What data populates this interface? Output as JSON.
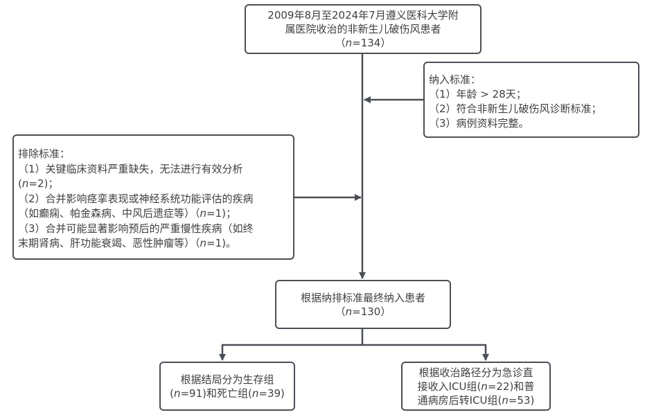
{
  "flowchart": {
    "source": {
      "lines": [
        "2009年8月至2024年7月遵义医科大学附",
        "属医院收治的非新生儿破伤风患者"
      ],
      "n_prefix": "（",
      "n_label": "n",
      "n_value": "=134）"
    },
    "inclusion": {
      "title": "纳入标准：",
      "items": [
        " （1）年龄 > 28天；",
        " （2）符合非新生儿破伤风诊断标准；",
        " （3）病例资料完整。"
      ]
    },
    "exclusion": {
      "title": "排除标准：",
      "item1_line1": " （1）关键临床资料严重缺失，无法进行有效分析",
      "item1_line2_pre": "(",
      "item1_line2_n": "n",
      "item1_line2_post": "=2)；",
      "item2_line1": " （2）合并影响痉挛表现或神经系统功能评估的疾病",
      "item2_line2_pre": " （如癫痫、帕金森病、中风后遗症等）（",
      "item2_line2_n": "n",
      "item2_line2_post": "=1)；",
      "item3_line1": " （3）合并可能显著影响预后的严重慢性疾病（如终",
      "item3_line2_pre": "末期肾病、肝功能衰竭、恶性肿瘤等）（",
      "item3_line2_n": "n",
      "item3_line2_post": "=1)。"
    },
    "final": {
      "line1": "根据纳排标准最终纳入患者",
      "n_prefix": "（",
      "n_label": "n",
      "n_value": "=130）"
    },
    "outcome_groups": {
      "line1": "根据结局分为生存组",
      "line2_a": "(",
      "line2_n1": "n",
      "line2_b": "=91)和死亡组(",
      "line2_n2": "n",
      "line2_c": "=39)"
    },
    "route_groups": {
      "line1": "根据收治路径分为急诊直",
      "line2_a": "接收入ICU组(",
      "line2_n1": "n",
      "line2_b": "=22)和普",
      "line3_a": "通病房后转ICU组(",
      "line3_n": "n",
      "line3_b": "=53)"
    },
    "colors": {
      "stroke": "#4a4f55",
      "text": "#3f3f3f",
      "background": "#ffffff"
    }
  }
}
